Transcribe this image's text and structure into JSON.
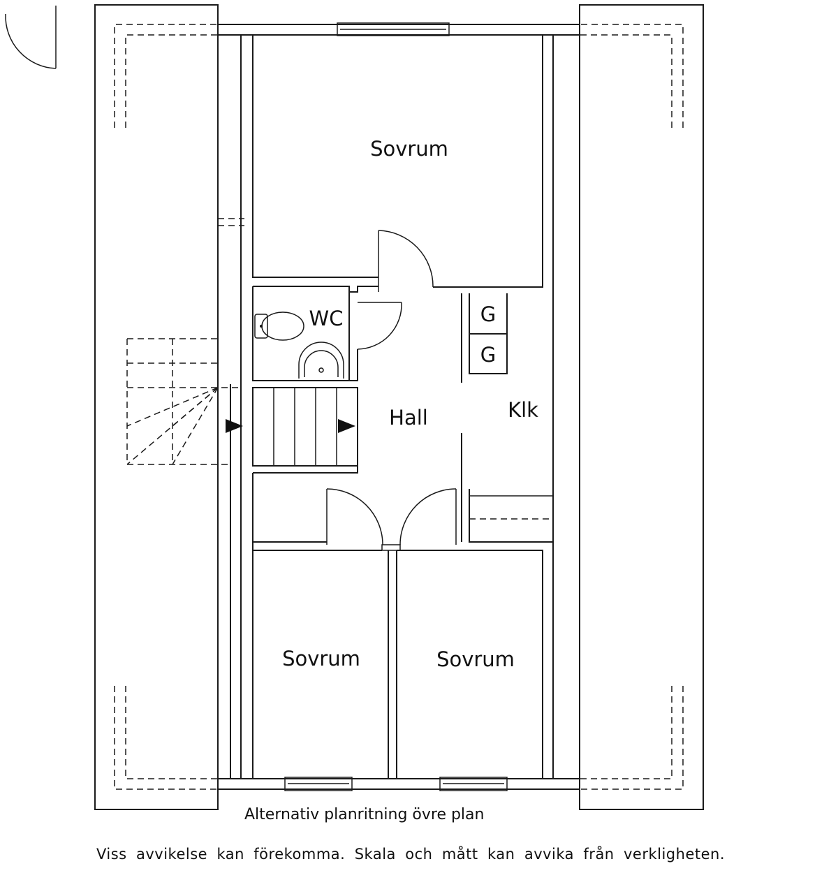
{
  "rooms": {
    "bedroom_top": "Sovrum",
    "wc": "WC",
    "hall": "Hall",
    "kitchen": "Klk",
    "bedroom_bottom_left": "Sovrum",
    "bedroom_bottom_right": "Sovrum",
    "closet_1": "G",
    "closet_2": "G"
  },
  "caption": {
    "title": "Alternativ planritning övre plan",
    "disclaimer": "Viss avvikelse kan förekomma. Skala och mått kan avvika från verkligheten."
  }
}
